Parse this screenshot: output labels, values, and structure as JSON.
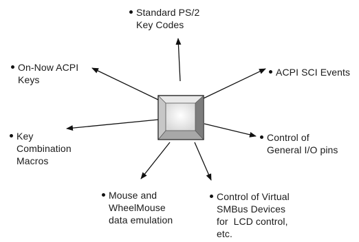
{
  "labels": {
    "ps2": {
      "line1": "Standard PS/2",
      "line2": "Key Codes"
    },
    "onnow": {
      "line1": "On-Now ACPI",
      "line2": "Keys"
    },
    "sci": {
      "line1": "ACPI SCI Events"
    },
    "keycombo": {
      "line1": "Key",
      "line2": "Combination",
      "line3": "Macros"
    },
    "gpio": {
      "line1": "Control of",
      "line2": "General I/O pins"
    },
    "mouse": {
      "line1": "Mouse and",
      "line2": "WheelMouse",
      "line3": "data emulation"
    },
    "smbus": {
      "line1": "Control of Virtual",
      "line2": "SMBus Devices",
      "line3": "for  LCD control,",
      "line4": "etc."
    }
  },
  "colors": {
    "arrow": "#111111",
    "key_face": "#f4f4f4",
    "key_bevel_light": "#e6e6e6",
    "key_bevel_dark": "#8a8a8a"
  },
  "icons": {
    "center": "keycap-icon"
  }
}
